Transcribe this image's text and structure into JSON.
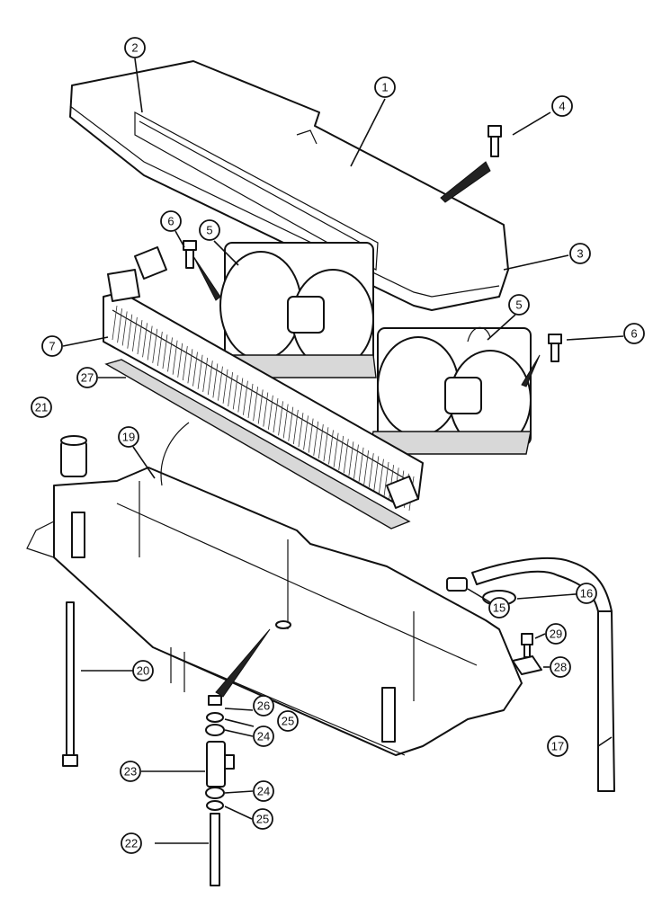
{
  "callouts": [
    {
      "id": "c1",
      "label": "1"
    },
    {
      "id": "c2",
      "label": "2"
    },
    {
      "id": "c3",
      "label": "3"
    },
    {
      "id": "c4",
      "label": "4"
    },
    {
      "id": "c5a",
      "label": "5"
    },
    {
      "id": "c5b",
      "label": "5"
    },
    {
      "id": "c6a",
      "label": "6"
    },
    {
      "id": "c6b",
      "label": "6"
    },
    {
      "id": "c7",
      "label": "7"
    },
    {
      "id": "c15",
      "label": "15"
    },
    {
      "id": "c16",
      "label": "16"
    },
    {
      "id": "c17",
      "label": "17"
    },
    {
      "id": "c19",
      "label": "19"
    },
    {
      "id": "c20",
      "label": "20"
    },
    {
      "id": "c21",
      "label": "21"
    },
    {
      "id": "c22",
      "label": "22"
    },
    {
      "id": "c23",
      "label": "23"
    },
    {
      "id": "c24a",
      "label": "24"
    },
    {
      "id": "c24b",
      "label": "24"
    },
    {
      "id": "c25a",
      "label": "25"
    },
    {
      "id": "c25b",
      "label": "25"
    },
    {
      "id": "c26",
      "label": "26"
    },
    {
      "id": "c27",
      "label": "27"
    },
    {
      "id": "c28",
      "label": "28"
    },
    {
      "id": "c29",
      "label": "29"
    }
  ]
}
